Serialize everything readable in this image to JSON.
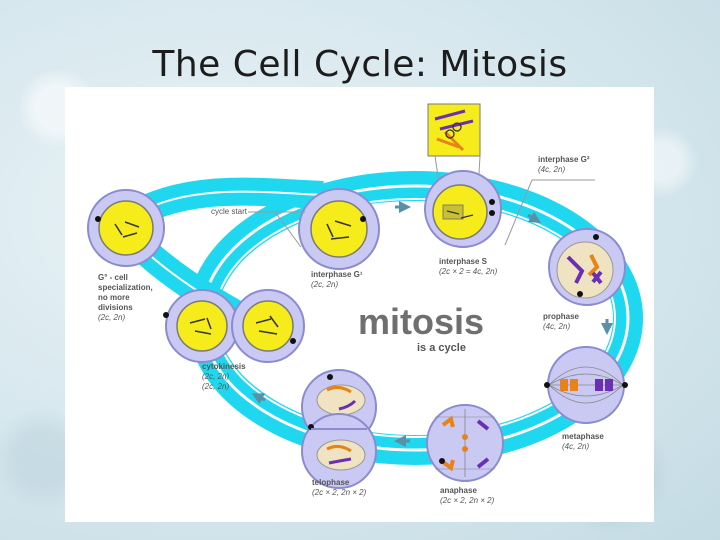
{
  "slide": {
    "title": "The Cell Cycle: Mitosis"
  },
  "diagram": {
    "center_title": "mitosis",
    "center_subtitle": "is a cycle",
    "cycle_start_label": "cycle start",
    "stages": {
      "g0": {
        "title_lines": [
          "G° - cell",
          "specialization,",
          "no more",
          "divisions"
        ],
        "detail": "(2c, 2n)"
      },
      "g1": {
        "title": "interphase G¹",
        "detail": "(2c, 2n)"
      },
      "s": {
        "title": "interphase S",
        "detail": "(2c × 2 = 4c, 2n)"
      },
      "g2": {
        "title": "interphase G²",
        "detail": "(4c, 2n)"
      },
      "prophase": {
        "title": "prophase",
        "detail": "(4c, 2n)"
      },
      "metaphase": {
        "title": "metaphase",
        "detail": "(4c, 2n)"
      },
      "anaphase": {
        "title": "anaphase",
        "detail": "(2c × 2, 2n × 2)"
      },
      "telophase": {
        "title": "telophase",
        "detail": "(2c × 2, 2n × 2)"
      },
      "cytokinesis": {
        "title": "cytokinesis",
        "detail_lines": [
          "(2c, 2n)",
          "(2c, 2n)"
        ]
      }
    },
    "colors": {
      "track": "#1fd8ef",
      "cell_body": "#c9c9f3",
      "cell_outline": "#8b8bd0",
      "nucleus": "#f6ec1c",
      "chromosome_purple": "#6b2fb3",
      "chromosome_orange": "#e8831a",
      "label_text": "#555555"
    }
  }
}
